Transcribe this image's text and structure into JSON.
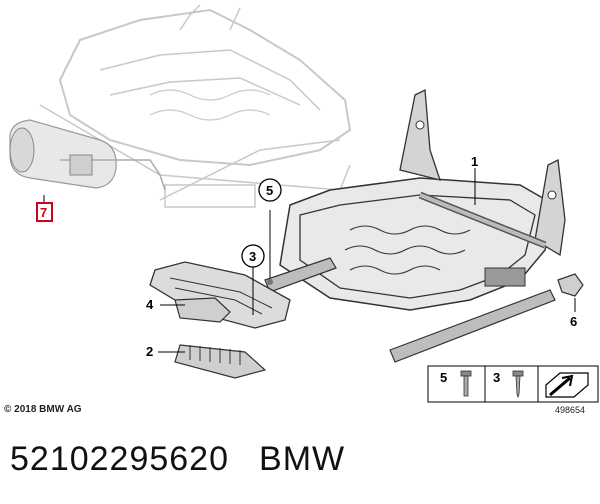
{
  "callouts": {
    "c1": "1",
    "c2": "2",
    "c3": "3",
    "c4": "4",
    "c5": "5",
    "c6": "6",
    "c7": "7"
  },
  "legend": {
    "item_a": "5",
    "item_b": "3"
  },
  "copyright": "© 2018 BMW AG",
  "diagram_ref": "498654",
  "part_number": "52102295620",
  "brand": "BMW",
  "colors": {
    "highlight": "#d0021b",
    "ink": "#111111",
    "ghost": "#c8c8c8"
  }
}
